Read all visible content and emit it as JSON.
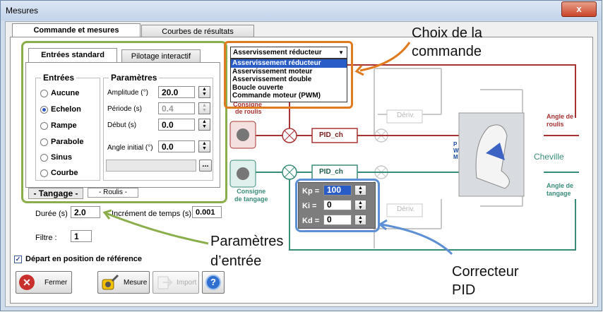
{
  "window": {
    "title": "Mesures",
    "close_glyph": "x"
  },
  "tabs": {
    "main": [
      "Commande et mesures",
      "Courbes de résultats"
    ],
    "sub": [
      "Entrées standard",
      "Pilotage interactif"
    ]
  },
  "entrees": {
    "group_label": "Entrées",
    "options": [
      "Aucune",
      "Echelon",
      "Rampe",
      "Parabole",
      "Sinus",
      "Courbe"
    ],
    "selected": "Echelon"
  },
  "parametres": {
    "group_label": "Paramètres",
    "amplitude": {
      "label": "Amplitude (°)",
      "value": "20.0"
    },
    "periode": {
      "label": "Période (s)",
      "value": "0.4"
    },
    "debut": {
      "label": "Début (s)",
      "value": "0.0"
    },
    "angle_initial": {
      "label": "Angle initial (°)",
      "value": "0.0"
    },
    "browse_label": "..."
  },
  "axis_tabs": [
    "- Tangage -",
    "- Roulis -"
  ],
  "duree": {
    "label": "Durée (s)",
    "value": "2.0"
  },
  "increment": {
    "label": "Incrément de temps (s)",
    "value": "0.001"
  },
  "filtre": {
    "label": "Filtre :",
    "value": "1"
  },
  "depart": {
    "label": "Départ en position de référence",
    "checked": true
  },
  "buttons": {
    "fermer": "Fermer",
    "mesure": "Mesure",
    "import": "Import"
  },
  "dropdown": {
    "selected": "Asservissement réducteur",
    "options": [
      "Asservissement réducteur",
      "Asservissement moteur",
      "Asservissement double",
      "Boucle ouverte",
      "Commande moteur (PWM)"
    ]
  },
  "diagram": {
    "consigne_roulis": "Consigne\nde roulis",
    "consigne_roulis_partial": "Consigne",
    "consigne_tangage": "Consigne\nde tangage",
    "pid_top": "PID_ch",
    "pid_bottom": "PID_ch",
    "deriv": "Dériv.",
    "pwm": "P\nW\nM",
    "angle_roulis": "Angle de\nroulis",
    "angle_tangage": "Angle de\ntangage",
    "cheville": "Cheville",
    "kp": {
      "label": "Kp =",
      "value": "100"
    },
    "ki": {
      "label": "Ki =",
      "value": "0"
    },
    "kd": {
      "label": "Kd =",
      "value": "0"
    }
  },
  "annotations": {
    "choix": "Choix de la\ncommande",
    "parametres": "Paramètres\nd’entrée",
    "correcteur": "Correcteur\nPID"
  },
  "colors": {
    "orange": "#e07a1f",
    "green": "#8aae4c",
    "blue": "#5c8fd4",
    "roulis_red": "#a83232",
    "tangage_teal": "#3a8c7a"
  }
}
